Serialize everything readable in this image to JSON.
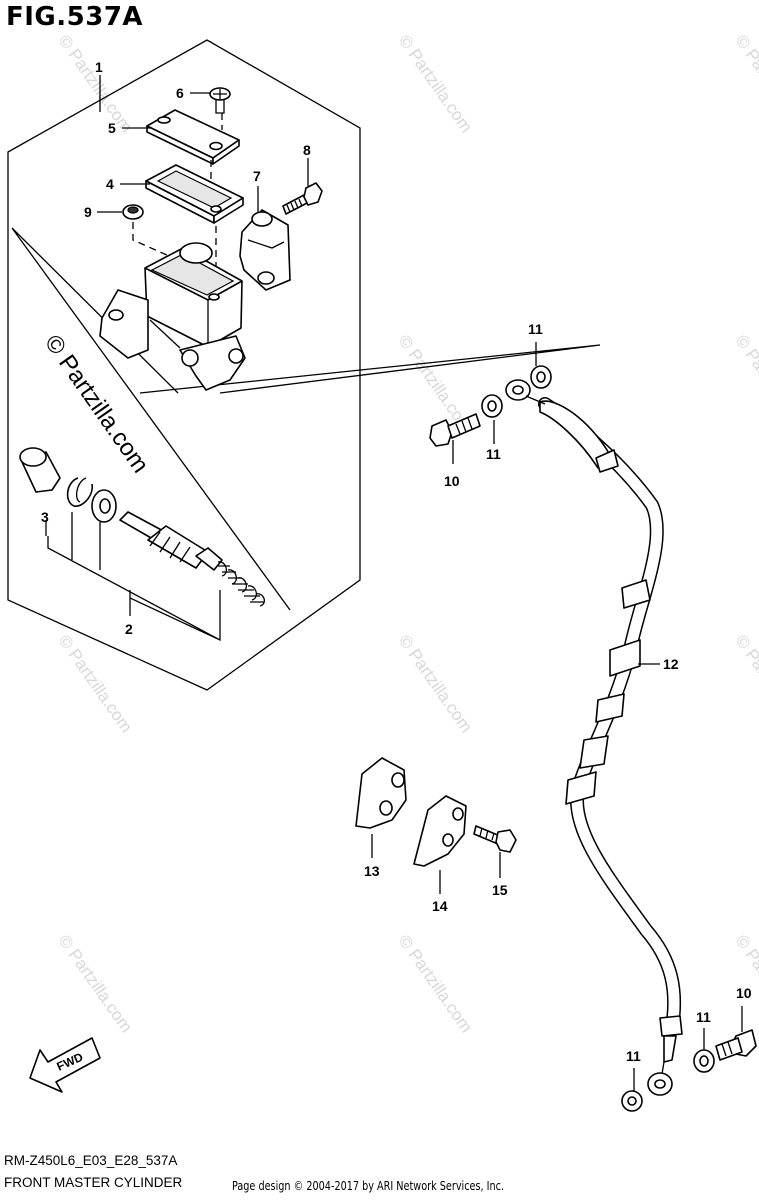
{
  "figure": {
    "title": "FIG.537A",
    "model_code": "RM-Z450L6_E03_E28_537A",
    "section_name": "FRONT MASTER CYLINDER",
    "copyright": "Page design © 2004-2017 by ARI Network Services, Inc."
  },
  "watermark": {
    "text": "© Partzilla.com"
  },
  "direction_arrow": {
    "label": "FWD"
  },
  "callouts": [
    "1",
    "2",
    "3",
    "4",
    "5",
    "6",
    "7",
    "8",
    "9",
    "10",
    "10",
    "11",
    "11",
    "11",
    "11",
    "12",
    "13",
    "14",
    "15"
  ]
}
